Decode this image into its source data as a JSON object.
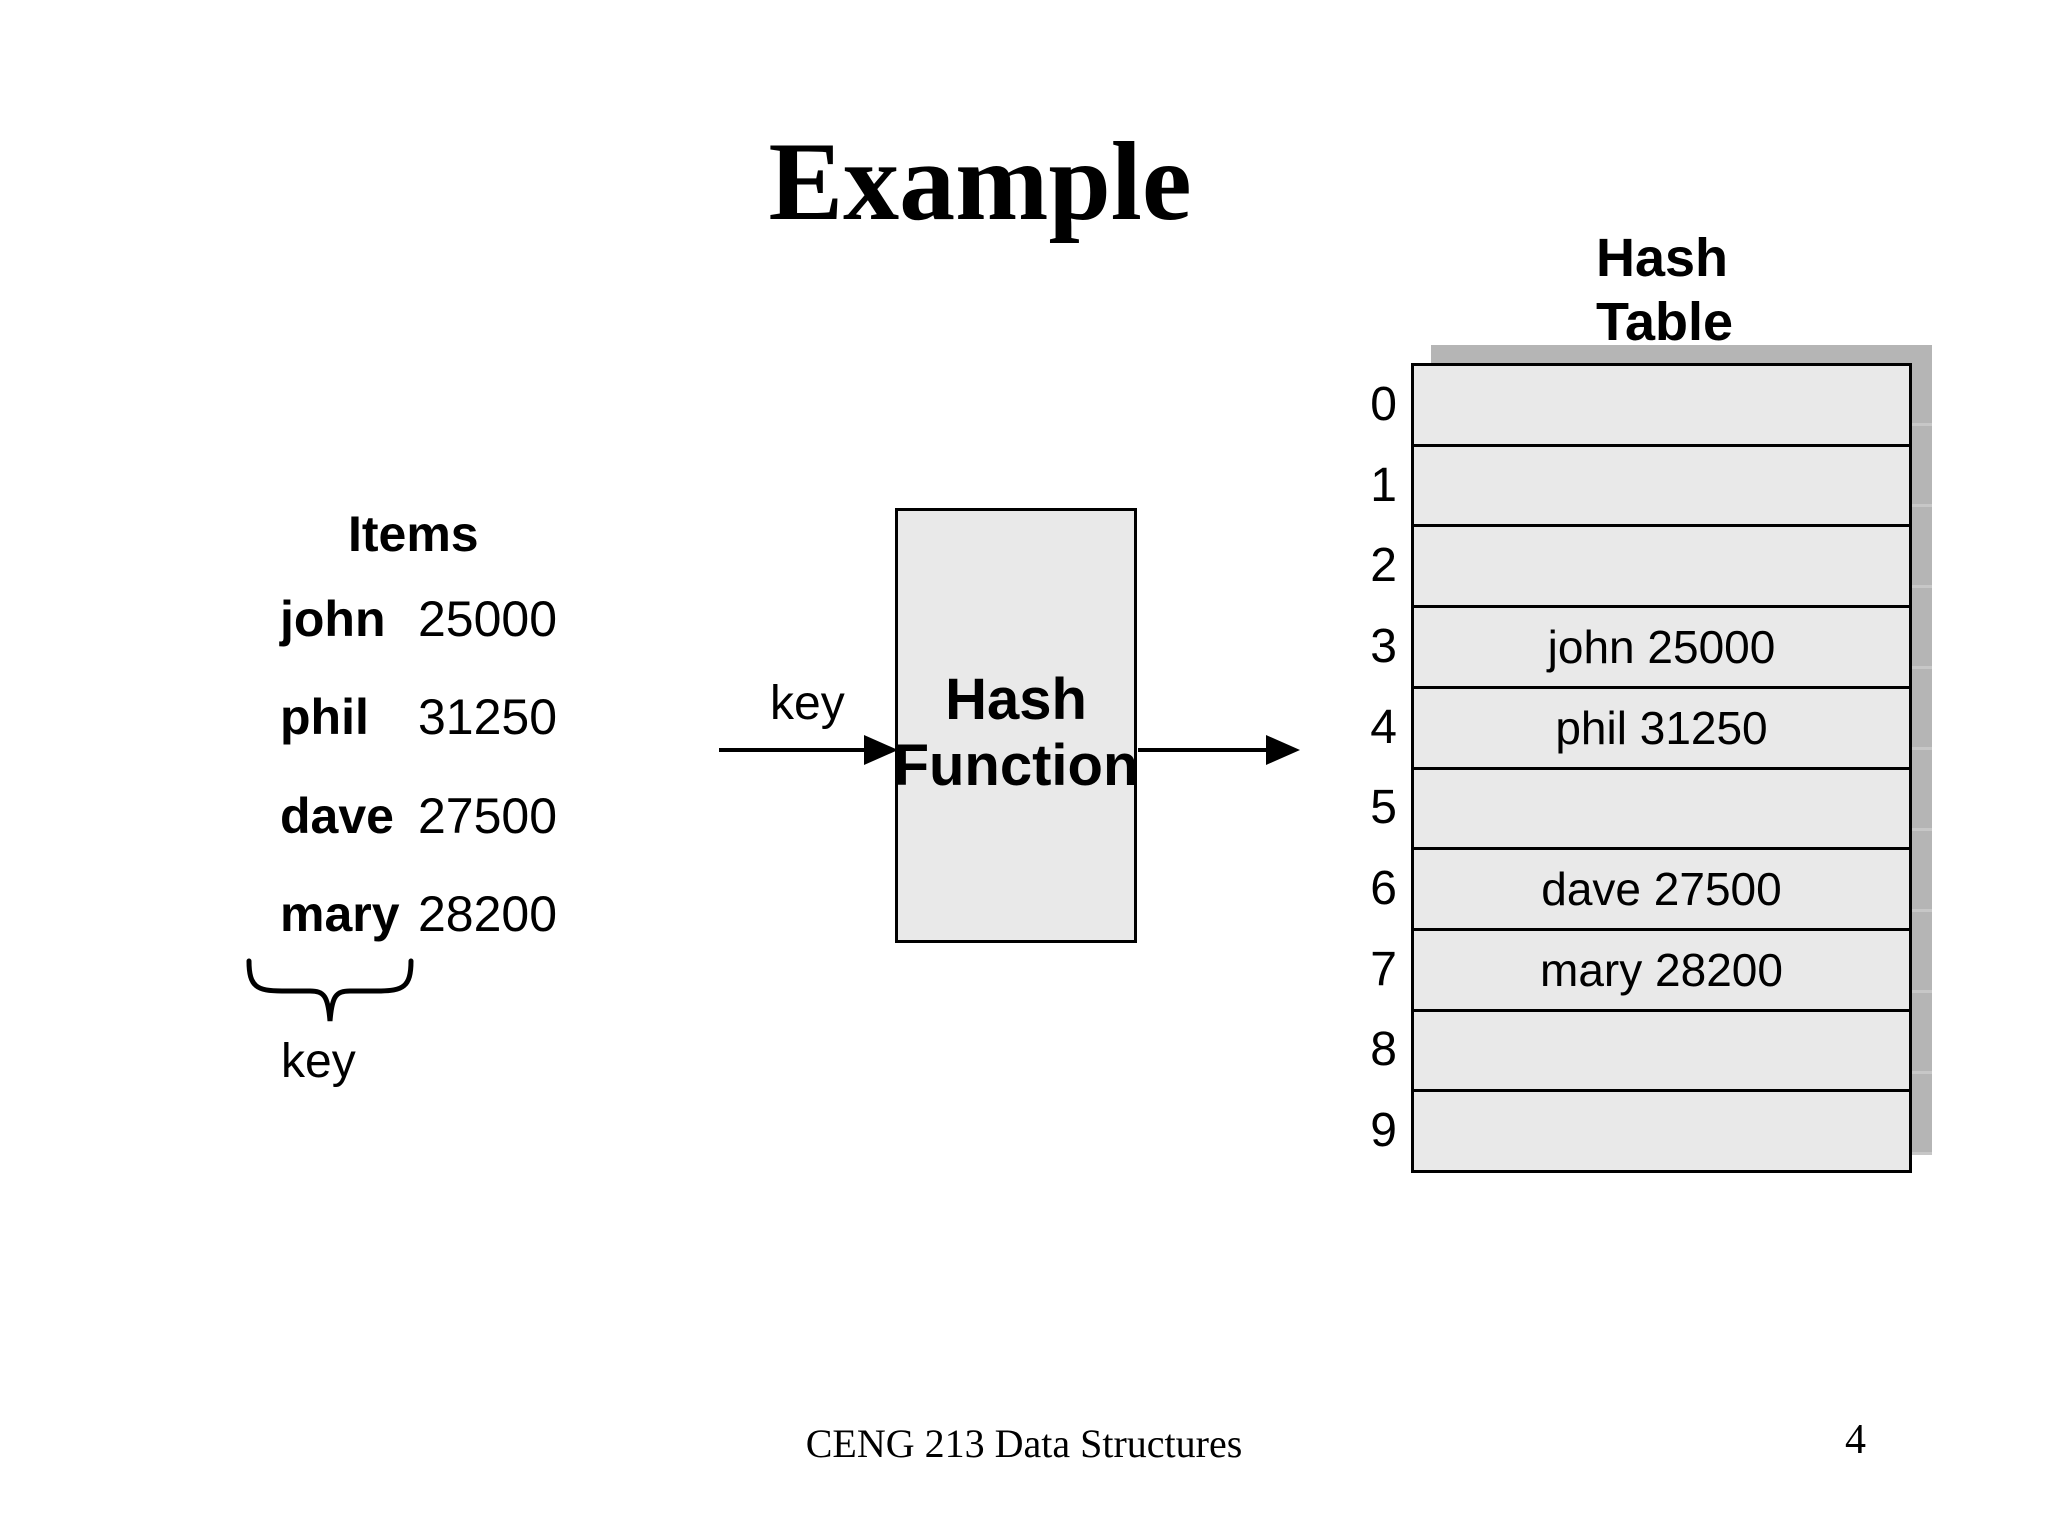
{
  "slide": {
    "title": "Example",
    "footer_text": "CENG 213 Data Structures",
    "page_number": "4"
  },
  "items_panel": {
    "heading": "Items",
    "items": [
      {
        "name": "john",
        "value": "25000"
      },
      {
        "name": "phil",
        "value": "31250"
      },
      {
        "name": "dave",
        "value": "27500"
      },
      {
        "name": "mary",
        "value": "28200"
      }
    ],
    "key_label": "key"
  },
  "hash_function": {
    "input_label": "key",
    "label_line1": "Hash",
    "label_line2": "Function"
  },
  "hash_table": {
    "heading_line1": "Hash",
    "heading_line2": "Table",
    "rows": [
      {
        "index": "0",
        "value": ""
      },
      {
        "index": "1",
        "value": ""
      },
      {
        "index": "2",
        "value": ""
      },
      {
        "index": "3",
        "value": "john 25000"
      },
      {
        "index": "4",
        "value": "phil 31250"
      },
      {
        "index": "5",
        "value": ""
      },
      {
        "index": "6",
        "value": "dave 27500"
      },
      {
        "index": "7",
        "value": "mary 28200"
      },
      {
        "index": "8",
        "value": ""
      },
      {
        "index": "9",
        "value": ""
      }
    ]
  },
  "colors": {
    "cell_fill": "#e9e9e9",
    "shadow_gray": "#b5b5b5",
    "border": "#000000",
    "background": "#ffffff"
  }
}
